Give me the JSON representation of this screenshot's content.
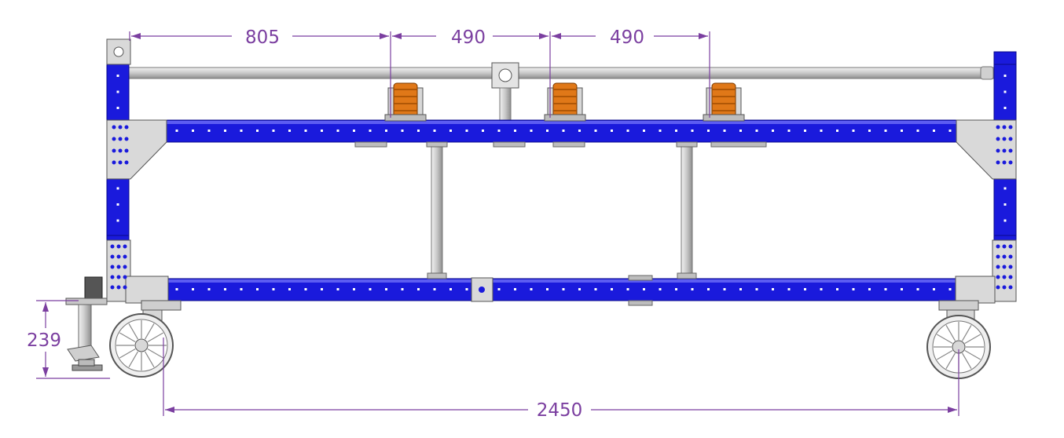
{
  "dimensions": {
    "seg_1": "805",
    "seg_2": "490",
    "seg_3": "490",
    "caster_height": "239",
    "overall_width": "2450"
  },
  "colors": {
    "frame_blue": "#1a1adc",
    "frame_blue_edge": "#0a0a8a",
    "dimension": "#7b3fa0",
    "plate": "#d9d9d9",
    "roller_orange": "#e07818",
    "tube": "#c8c8c8"
  }
}
